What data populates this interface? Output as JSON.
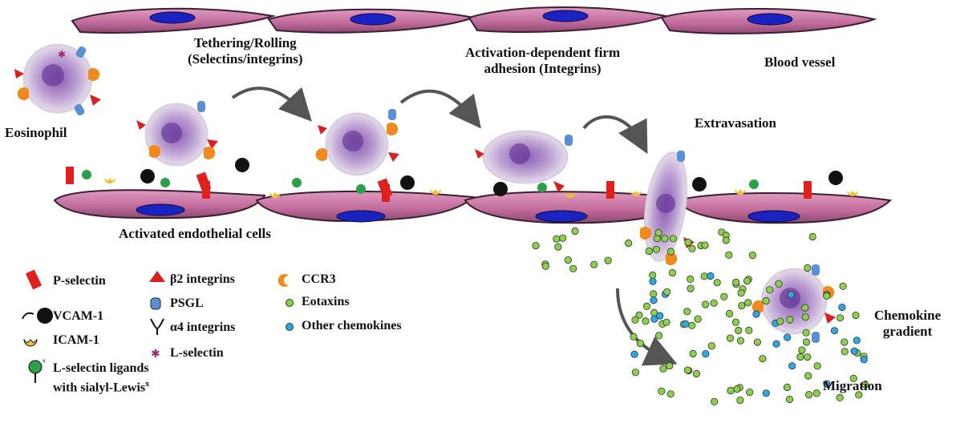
{
  "labels": {
    "tethering_line1": "Tethering/Rolling",
    "tethering_line2": "(Selectins/integrins)",
    "firm_line1": "Activation-dependent firm",
    "firm_line2": "adhesion (Integrins)",
    "blood_vessel": "Blood vessel",
    "eosinophil": "Eosinophil",
    "extravasation": "Extravasation",
    "activated_endothelial": "Activated endothelial cells",
    "chemokine_line1": "Chemokine",
    "chemokine_line2": "gradient",
    "migration": "Migration"
  },
  "legend": {
    "p_selectin": "P-selectin",
    "vcam1": "VCAM-1",
    "icam1": "ICAM-1",
    "l_selectin_ligands_line1": "L-selectin ligands",
    "l_selectin_ligands_line2": "with sialyl-Lewis",
    "l_selectin_ligands_sup": "x",
    "beta2_integrins": "β2 integrins",
    "psgl": "PSGL",
    "alpha4_integrins": "α4 integrins",
    "l_selectin": "L-selectin",
    "ccr3": "CCR3",
    "eotaxins": "Eotaxins",
    "other_chemokines": "Other chemokines"
  },
  "colors": {
    "endothelial_fill": "#c87aa6",
    "endothelial_stroke": "#3a2030",
    "nucleus": "#1a22c0",
    "p_selectin": "#e0201c",
    "integrin_beta2": "#d8201c",
    "psgl": "#5a8fd8",
    "ccr3": "#f08a1c",
    "eotaxin": "#8ad048",
    "other_chemokine": "#2aa8e8",
    "icam1": "#f0c030",
    "ligand_green": "#2aa048",
    "l_selectin": "#9a2a6a",
    "eosinophil_body": "#c8b0d8",
    "arrow": "#555555"
  }
}
